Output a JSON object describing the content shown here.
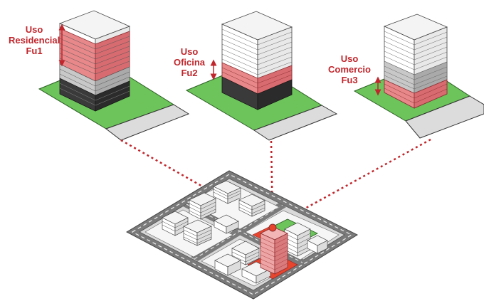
{
  "labels": [
    {
      "uso": "Uso",
      "name": "Residencial",
      "code": "Fu1"
    },
    {
      "uso": "Uso",
      "name": "Oficina",
      "code": "Fu2"
    },
    {
      "uso": "Uso",
      "name": "Comercio",
      "code": "Fu3"
    }
  ],
  "colors": {
    "highlight": "#e8888a",
    "highlight_dark": "#c9545a",
    "accent_red": "#c0262c",
    "lawn": "#6cc45a",
    "lawn_dark": "#3d8a32",
    "sidewalk": "#dcdcdc",
    "road": "#7a7a7a",
    "building_white": "#f4f4f4",
    "building_gray": "#b9b9b9",
    "building_dark": "#3a3a3a"
  }
}
